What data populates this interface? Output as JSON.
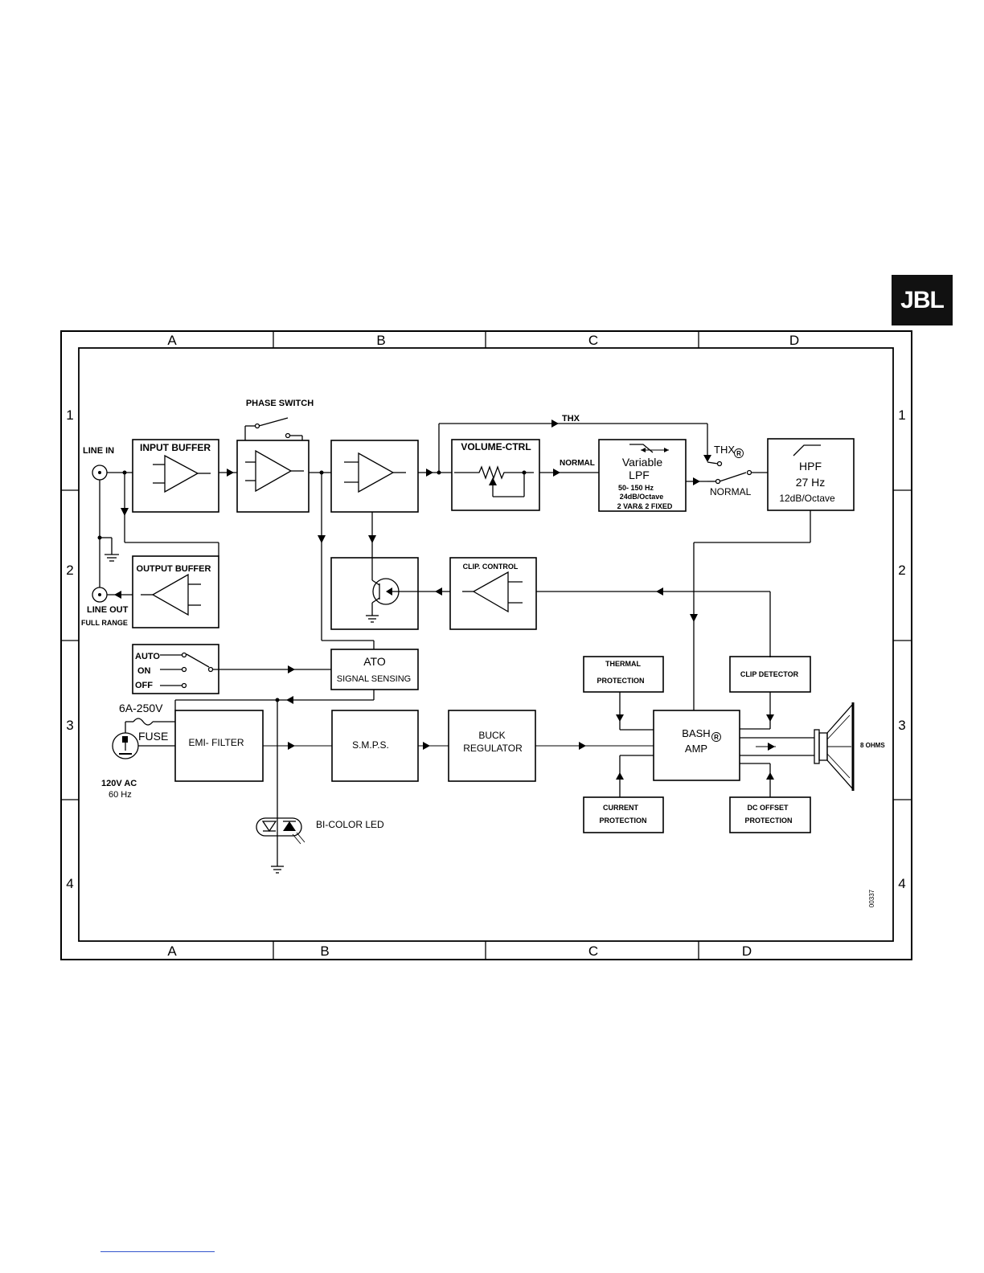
{
  "logo": {
    "text": "JBL"
  },
  "frame": {
    "columns": [
      "A",
      "B",
      "C",
      "D"
    ],
    "bottom_columns": [
      "A",
      "B",
      "C",
      "D"
    ],
    "rows": [
      "1",
      "2",
      "3",
      "4"
    ]
  },
  "labels": {
    "line_in": "LINE IN",
    "line_out": "LINE OUT",
    "full_range": "FULL RANGE",
    "phase_switch": "PHASE SWITCH",
    "input_buffer": "INPUT BUFFER",
    "output_buffer": "OUTPUT BUFFER",
    "volume_ctrl": "VOLUME-CTRL",
    "thx_top": "THX",
    "normal_top": "NORMAL",
    "lpf_line1": "Variable",
    "lpf_line2": "LPF",
    "lpf_line3": "50- 150 Hz",
    "lpf_line4": "24dB/Octave",
    "lpf_line5": "2 VAR& 2 FIXED",
    "thx_switch": "THX",
    "thx_reg": "R",
    "normal_switch": "NORMAL",
    "hpf_line1": "HPF",
    "hpf_line2": "27 Hz",
    "hpf_line3": "12dB/Octave",
    "clip_control": "CLIP. CONTROL",
    "auto": "AUTO",
    "on": "ON",
    "off": "OFF",
    "ato_line1": "ATO",
    "ato_line2": "SIGNAL SENSING",
    "thermal_line1": "THERMAL",
    "thermal_line2": "PROTECTION",
    "clip_detector": "CLIP DETECTOR",
    "fuse_rating": "6A-250V",
    "fuse": "FUSE",
    "emi_filter": "EMI- FILTER",
    "smps": "S.M.P.S.",
    "buck_line1": "BUCK",
    "buck_line2": "REGULATOR",
    "bash_line1": "BASH",
    "bash_reg": "R",
    "bash_line2": "AMP",
    "ohms": "8 OHMS",
    "ac_line1": "120V AC",
    "ac_line2": "60 Hz",
    "current_line1": "CURRENT",
    "current_line2": "PROTECTION",
    "dc_line1": "DC OFFSET",
    "dc_line2": "PROTECTION",
    "bicolor_led": "BI-COLOR LED",
    "drawing_number": "00337"
  }
}
